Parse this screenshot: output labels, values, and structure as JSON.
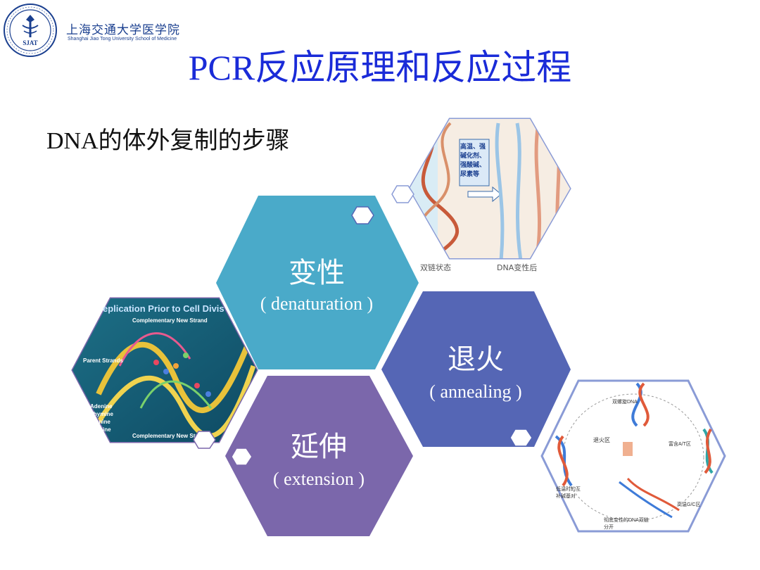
{
  "header": {
    "logo_name_cn": "上海交通大学医学院",
    "logo_name_en": "Shanghai Jiao Tong University School of Medicine",
    "logo_seal_text": "SJAT",
    "title_latin": "PCR",
    "title_cn": "反应原理和反应过程"
  },
  "subtitle": {
    "latin": "DNA",
    "cn": "的体外复制的步骤"
  },
  "steps": [
    {
      "cn": "变性",
      "en": "( denaturation )",
      "color": "#4aaac9"
    },
    {
      "cn": "退火",
      "en": "( annealing )",
      "color": "#5566b5"
    },
    {
      "cn": "延伸",
      "en": "( extension )",
      "color": "#7b67ab"
    }
  ],
  "images": {
    "denaturation_diagram": {
      "box_text": "高温、强碱化剂、强酸碱、尿素等",
      "caption_left": "双链状态",
      "caption_right": "DNA变性后"
    },
    "replication_poster": {
      "title": "eplication Prior to Cell Divis",
      "label_top": "Complementary New Strand",
      "label_parent": "Parent Strands",
      "label_bottom": "Complementary New Stra",
      "bases": [
        "Adenine",
        "Thymine",
        "uanine",
        "tosine"
      ]
    },
    "melting_diagram": {
      "label_dna": "双螺旋DNA",
      "label_anneal": "退火区",
      "label_at": "富含A/T区",
      "label_lowtemp": "低温时的互补碱基对",
      "label_hightemp": "高温G/C区",
      "label_full": "彻底变性的DNA双链分开"
    }
  },
  "colors": {
    "title": "#1a2bd8",
    "logo": "#1a3f8f",
    "photo_border": "#8a9bd6"
  }
}
